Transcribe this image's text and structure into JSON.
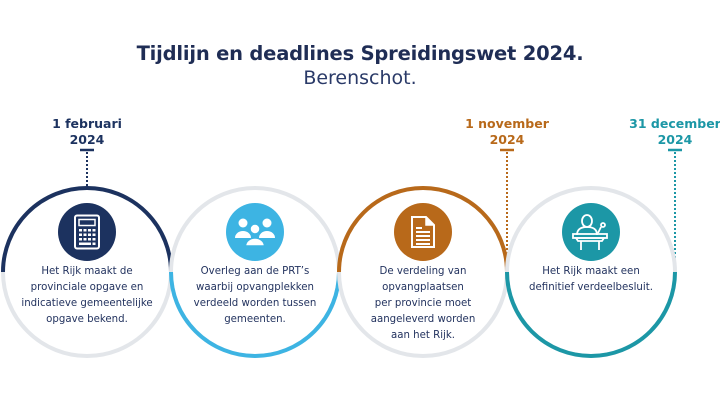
{
  "header": {
    "title": "Tijdlijn en deadlines Spreidingswet 2024.",
    "subtitle": "Berenschot."
  },
  "colors": {
    "navy": "#1c325f",
    "light_blue": "#3db4e3",
    "orange": "#b8691a",
    "teal": "#1c97a6",
    "grey_ring": "#e3e6ea",
    "text": "#23335f"
  },
  "milestones": [
    {
      "date_line1": "1 februari",
      "date_line2": "2024",
      "color": "#1c325f"
    },
    {
      "date_line1": "1 november",
      "date_line2": "2024",
      "color": "#b8691a"
    },
    {
      "date_line1": "31 december",
      "date_line2": "2024",
      "color": "#1c97a6"
    }
  ],
  "steps": [
    {
      "icon": "calculator-icon",
      "color": "#1c325f",
      "lines": [
        "Het Rijk maakt de",
        "provinciale opgave en",
        "indicatieve gemeentelijke",
        "opgave bekend."
      ]
    },
    {
      "icon": "people-group-icon",
      "color": "#3db4e3",
      "lines": [
        "Overleg aan de PRT’s",
        "waarbij opvangplekken",
        "verdeeld worden tussen",
        "gemeenten."
      ]
    },
    {
      "icon": "document-icon",
      "color": "#b8691a",
      "lines": [
        "De verdeling van",
        "opvangplaatsen",
        "per provincie moet",
        "aangeleverd worden",
        "aan het Rijk."
      ]
    },
    {
      "icon": "speaker-podium-icon",
      "color": "#1c97a6",
      "lines": [
        "Het Rijk maakt een",
        "definitief verdeelbesluit."
      ]
    }
  ]
}
